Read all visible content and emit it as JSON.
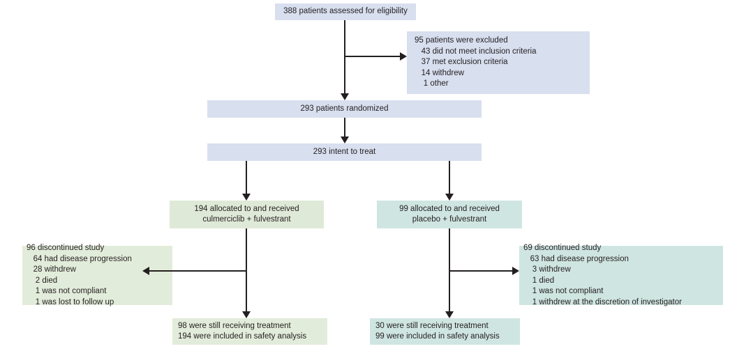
{
  "diagram": {
    "title": "CONSORT patient flow diagram",
    "colors": {
      "screening": "#d8dfef",
      "arm_a": "#dfe9d7",
      "arm_b": "#cfe5e1",
      "line": "#231f20",
      "text": "#231f20",
      "background": "#ffffff"
    },
    "nodes": {
      "assessed": {
        "lines": [
          "388 patients assessed for eligibility"
        ]
      },
      "excluded": {
        "lines": [
          "95 patients were excluded",
          "   43 did not meet inclusion criteria",
          "   37 met exclusion criteria",
          "   14 withdrew",
          "    1 other"
        ]
      },
      "randomized": {
        "lines": [
          "293 patients randomized"
        ]
      },
      "intent_to_treat": {
        "lines": [
          "293 intent to treat"
        ]
      },
      "alloc_left": {
        "lines": [
          "194 allocated to and received",
          "culmerciclib + fulvestrant"
        ]
      },
      "alloc_right": {
        "lines": [
          "99 allocated to and received",
          "placebo + fulvestrant"
        ]
      },
      "discontinued_left": {
        "lines": [
          "96 discontinued study",
          "   64 had disease progression",
          "   28 withdrew",
          "    2 died",
          "    1 was not compliant",
          "    1 was lost to follow up"
        ]
      },
      "discontinued_right": {
        "lines": [
          "69 discontinued study",
          "   63 had disease progression",
          "    3 withdrew",
          "    1 died",
          "    1 was not compliant",
          "    1 withdrew at the discretion of investigator"
        ]
      },
      "final_left": {
        "lines": [
          "98 were still receiving treatment",
          "194 were included in safety analysis"
        ]
      },
      "final_right": {
        "lines": [
          "30 were still receiving treatment",
          "99 were included in safety analysis"
        ]
      }
    }
  }
}
